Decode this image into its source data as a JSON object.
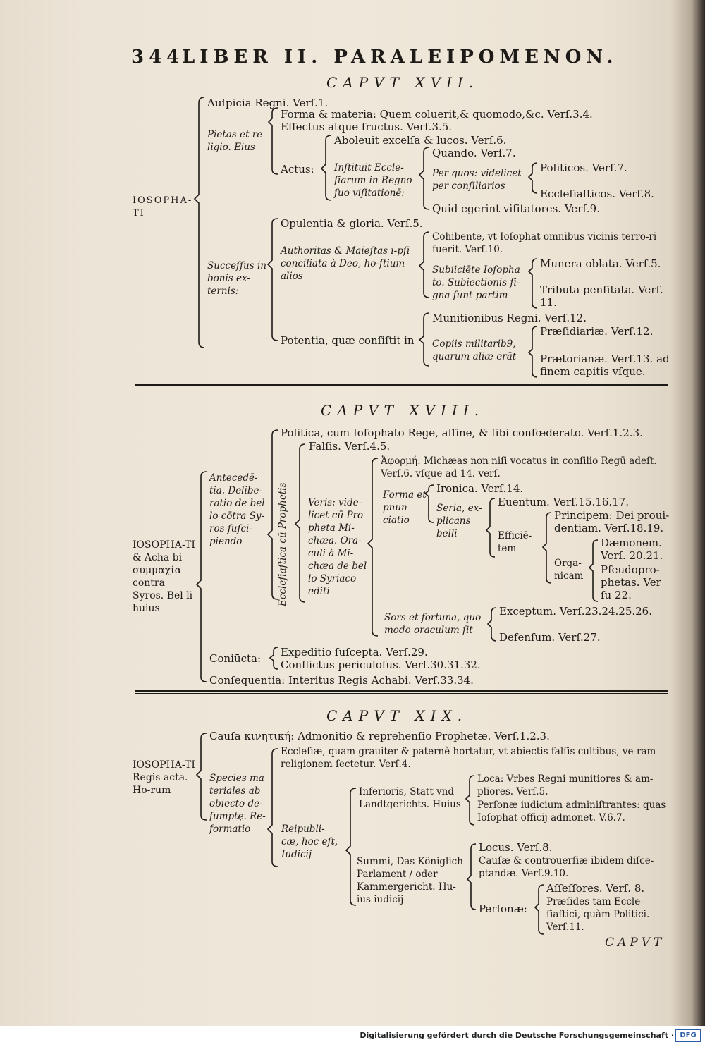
{
  "header": {
    "page_number": "344",
    "running_title": "LIBER II. PARALEIPOMENON."
  },
  "chapters": [
    {
      "title": "CAPVT XVII.",
      "subject": "IOSOPHA-TI",
      "items": [
        "Auſpicia Regni. Verſ.1.",
        "Pietas et re ligio. Eius",
        "Forma & materia: Quem coluerit,& quomodo,&c. Verſ.3.4.",
        "Effectus atque fructus. Verſ.3.5.",
        "Actus:",
        "Aboleuit excelſa & lucos. Verſ.6.",
        "Inſtituit Eccle-ſiarum in Regno ſuo viſitationē:",
        "Quando. Verſ.7.",
        "Per quos: videlicet per conſiliarios",
        "Politicos. Verſ.7.",
        "Eccleſiaſticos. Verſ.8.",
        "Quid egerint viſitatores. Verſ.9.",
        "Succeſſus in bonis ex-ternis:",
        "Opulentia & gloria. Verſ.5.",
        "Authoritas & Maieſtas i-pſi conciliata à Deo, ho-ſtium alios",
        "Cohibente, vt Ioſophat omnibus vicinis terro-ri fuerit. Verſ.10.",
        "Subiiciēte Ioſopha to. Subiectionis ſi-gna ſunt partim",
        "Munera oblata. Verſ.5.",
        "Tributa penſitata. Verſ. 11.",
        "Potentia, quæ conſiſtit in",
        "Munitionibus Regni. Verſ.12.",
        "Copiis militarib9, quarum aliæ erāt",
        "Præſidiariæ. Verſ.12.",
        "Prætorianæ. Verſ.13. ad finem capitis vſque."
      ]
    },
    {
      "title": "CAPVT XVIII.",
      "subject": "IOSOPHA-TI & Acha bi συμμαχία contra Syros. Bel li huius",
      "items": [
        "Antecedē-tia. Delibe-ratio de bel lo cōtra Sy-ros ſuſci-piendo",
        "Politica, cum Ioſophato Rege, affine, & ſibi confœderato. Verſ.1.2.3.",
        "Eccleſiaſtica cū Prophetis",
        "Falſis. Verſ.4.5.",
        "Veris: vide-licet cū Pro pheta Mi-chæa. Ora-culi à Mi-chæa de bel lo Syriaco editi",
        "Ἀφορμή: Michæas non niſi vocatus in conſilio Regū adeſt. Verſ.6. vſque ad 14. verſ.",
        "Forma et pnun ciatio",
        "Ironica. Verſ.14.",
        "Seria, ex-plicans belli",
        "Euentum. Verſ.15.16.17.",
        "Efficiē-tem",
        "Principem: Dei proui-dentiam. Verſ.18.19.",
        "Orga-nicam",
        "Dæmonem. Verſ. 20.21.",
        "Pſeudopro-phetas. Ver ſu 22.",
        "Sors et fortuna, quo modo oraculum ſit",
        "Exceptum. Verſ.23.24.25.26.",
        "Defenſum. Verſ.27.",
        "Coniūcta:",
        "Expeditio ſuſcepta. Verſ.29.",
        "Conflictus periculoſus. Verſ.30.31.32.",
        "Conſequentia: Interitus Regis Achabi. Verſ.33.34."
      ]
    },
    {
      "title": "CAPVT XIX.",
      "subject": "IOSOPHA-TI Regis acta. Ho-rum",
      "items": [
        "Cauſa κινητική: Admonitio & reprehenſio Prophetæ. Verſ.1.2.3.",
        "Species ma teriales ab obiecto de-ſumptę. Re-formatio",
        "Eccleſiæ, quam grauiter & paternè hortatur, vt abiectis falſis cultibus, ve-ram religionem ſectetur. Verſ.4.",
        "Reipubli-cæ, hoc eſt, Iudicij",
        "Inferioris, Statt vnd Landtgerichts. Huius",
        "Loca: Vrbes Regni munitiores & am-pliores. Verſ.5.",
        "Perſonæ iudicium adminiſtrantes: quas Ioſophat officij admonet. V.6.7.",
        "Summi, Das Königlich Parlament / oder Kammergericht. Hu-ius iudicij",
        "Locus. Verſ.8.",
        "Cauſæ & controuerſiæ ibidem diſce-ptandæ. Verſ.9.10.",
        "Perſonæ:",
        "Aſſeſſores. Verſ. 8.",
        "Præſides tam Eccle-ſiaſtici, quàm Politici. Verſ.11."
      ]
    }
  ],
  "catchword": "CAPVT",
  "footer": {
    "digitization_note": "Digitalisierung gefördert durch die Deutsche Forschungsgemeinschaft ·",
    "logo_text": "DFG"
  }
}
